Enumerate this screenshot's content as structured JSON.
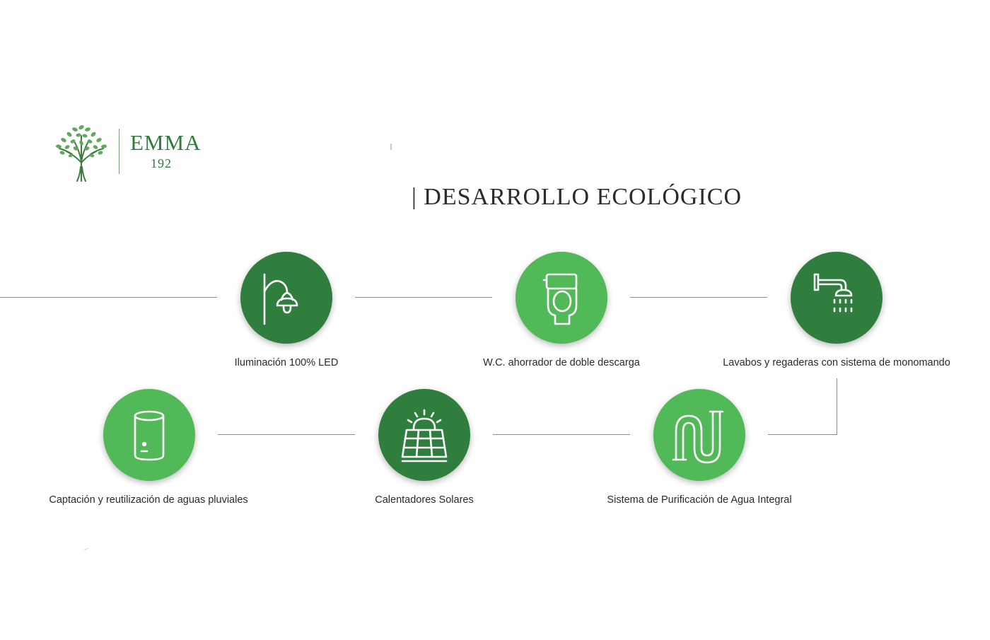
{
  "brand": {
    "name": "EMMA",
    "number": "192",
    "icon": "tree-icon"
  },
  "title": "| DESARROLLO ECOLÓGICO",
  "colors": {
    "dark_green": "#2f7e3e",
    "light_green": "#52b959",
    "logo_green": "#2f7a3c"
  },
  "features": [
    {
      "label": "Iluminación 100% LED",
      "icon": "led-lamp-icon",
      "color": "dark"
    },
    {
      "label": "W.C. ahorrador de doble descarga",
      "icon": "toilet-icon",
      "color": "light"
    },
    {
      "label": "Lavabos y regaderas con sistema de monomando",
      "icon": "shower-icon",
      "color": "dark"
    },
    {
      "label": "Captación y reutilización de aguas pluviales",
      "icon": "water-tank-icon",
      "color": "light"
    },
    {
      "label": "Calentadores Solares",
      "icon": "solar-panel-icon",
      "color": "dark"
    },
    {
      "label": "Sistema de Purificación de Agua Integral",
      "icon": "water-pipes-icon",
      "color": "light"
    }
  ]
}
